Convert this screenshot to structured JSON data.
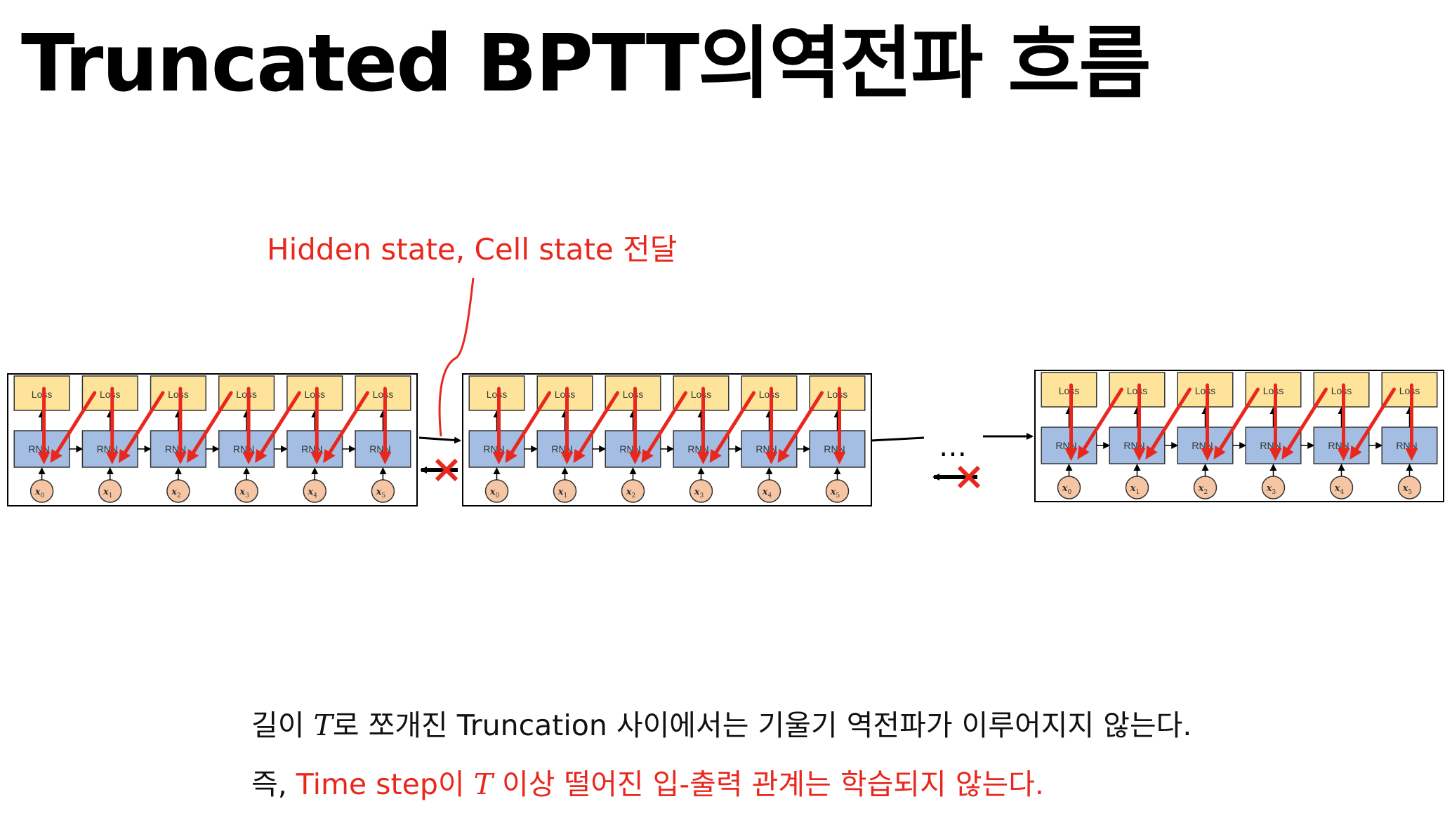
{
  "title": "Truncated BPTT의역전파 흐름",
  "annotation": {
    "text_red": "Hidden state,",
    "text_rest": "Cell state 전달"
  },
  "ellipsis": "…",
  "units": {
    "loss": [
      "Loss",
      "Loss",
      "Loss",
      "Loss",
      "Loss",
      "Loss"
    ],
    "rnn": [
      "RNN",
      "RNN",
      "RNN",
      "RNN",
      "RNN",
      "RNN"
    ],
    "inputs": [
      {
        "base": "x",
        "sub": "0"
      },
      {
        "base": "x",
        "sub": "1"
      },
      {
        "base": "x",
        "sub": "2"
      },
      {
        "base": "x",
        "sub": "3"
      },
      {
        "base": "x",
        "sub": "4"
      },
      {
        "base": "x",
        "sub": "5"
      }
    ]
  },
  "caption": {
    "line1": {
      "pre": "길이 ",
      "var": "T",
      "post": "로 쪼개진 Truncation 사이에서는 기울기 역전파가 이루어지지 않는다."
    },
    "line2": {
      "pre": "즉, ",
      "red1": "Time step이 ",
      "var": "T",
      "red2": " 이상 떨어진 입-출력 관계는 학습되지 않는다."
    }
  },
  "colors": {
    "loss_fill": "#fde49a",
    "rnn_fill": "#a4bde2",
    "input_fill": "#f6c6a4",
    "accent_red": "#e8281e"
  }
}
